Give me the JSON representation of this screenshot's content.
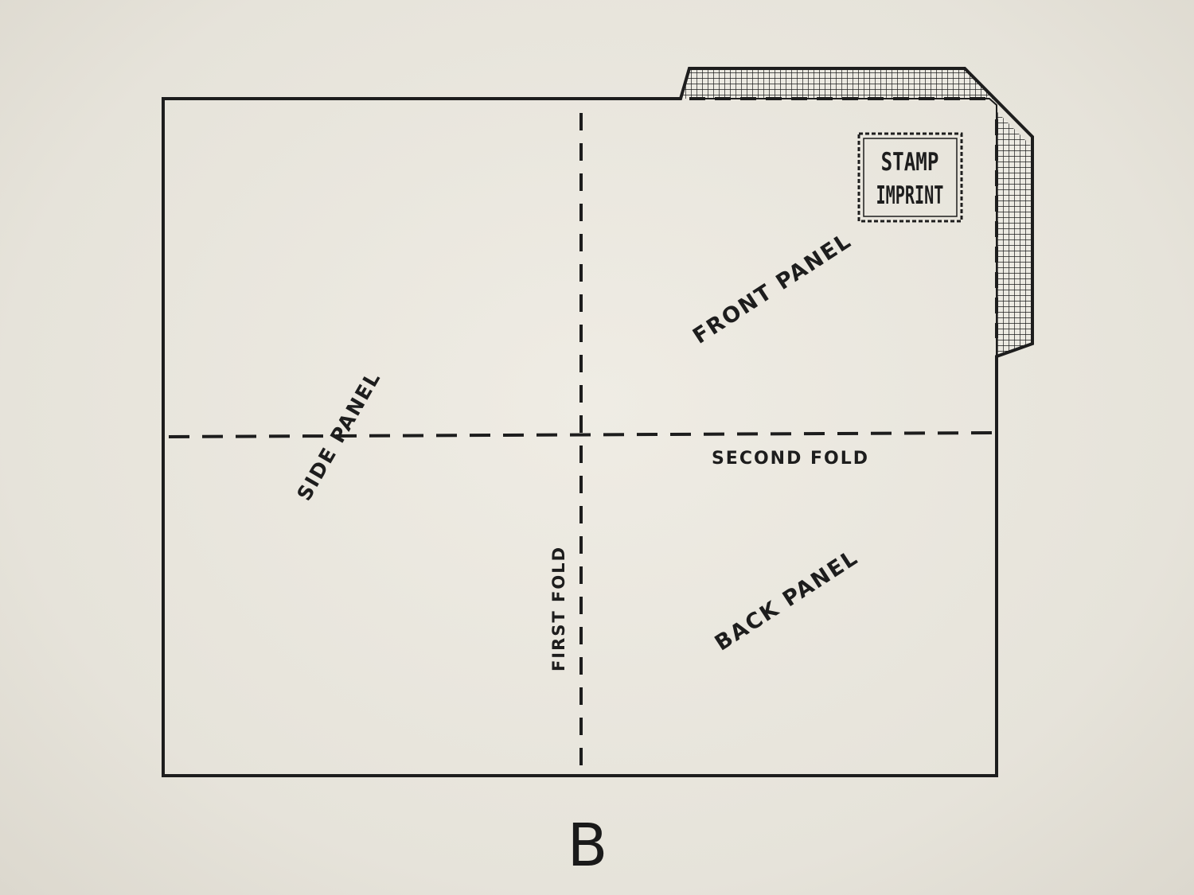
{
  "labels": {
    "stamp_line1": "STAMP",
    "stamp_line2": "IMPRINT",
    "front_panel": "FRONT PANEL",
    "side_panel": "SIDE PANEL",
    "second_fold": "SECOND FOLD",
    "first_fold": "FIRST FOLD",
    "back_panel": "BACK PANEL",
    "figure_letter": "B"
  },
  "colors": {
    "ink": "#1d1d1d",
    "paper": "#eceae2"
  }
}
